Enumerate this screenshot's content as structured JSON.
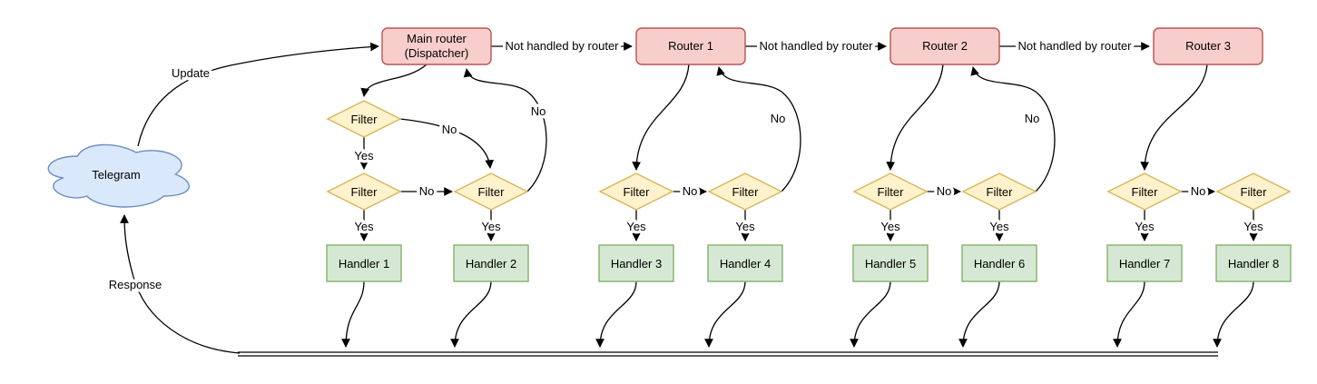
{
  "diagram": {
    "cloud": {
      "label": "Telegram"
    },
    "main_router": {
      "line1": "Main router",
      "line2": "(Dispatcher)"
    },
    "routers": [
      "Router 1",
      "Router 2",
      "Router 3"
    ],
    "filter_label": "Filter",
    "handlers": [
      "Handler 1",
      "Handler 2",
      "Handler 3",
      "Handler 4",
      "Handler 5",
      "Handler 6",
      "Handler 7",
      "Handler 8"
    ],
    "edge_labels": {
      "update": "Update",
      "response": "Response",
      "not_handled": "Not handled by router",
      "yes": "Yes",
      "no": "No"
    },
    "colors": {
      "router_fill": "#f8cecc",
      "router_stroke": "#b85450",
      "filter_fill": "#fff2cc",
      "filter_stroke": "#d6b656",
      "handler_fill": "#d5e8d4",
      "handler_stroke": "#82b366",
      "cloud_fill": "#dae8fc",
      "cloud_stroke": "#6c8ebf",
      "edge": "#000000"
    }
  }
}
